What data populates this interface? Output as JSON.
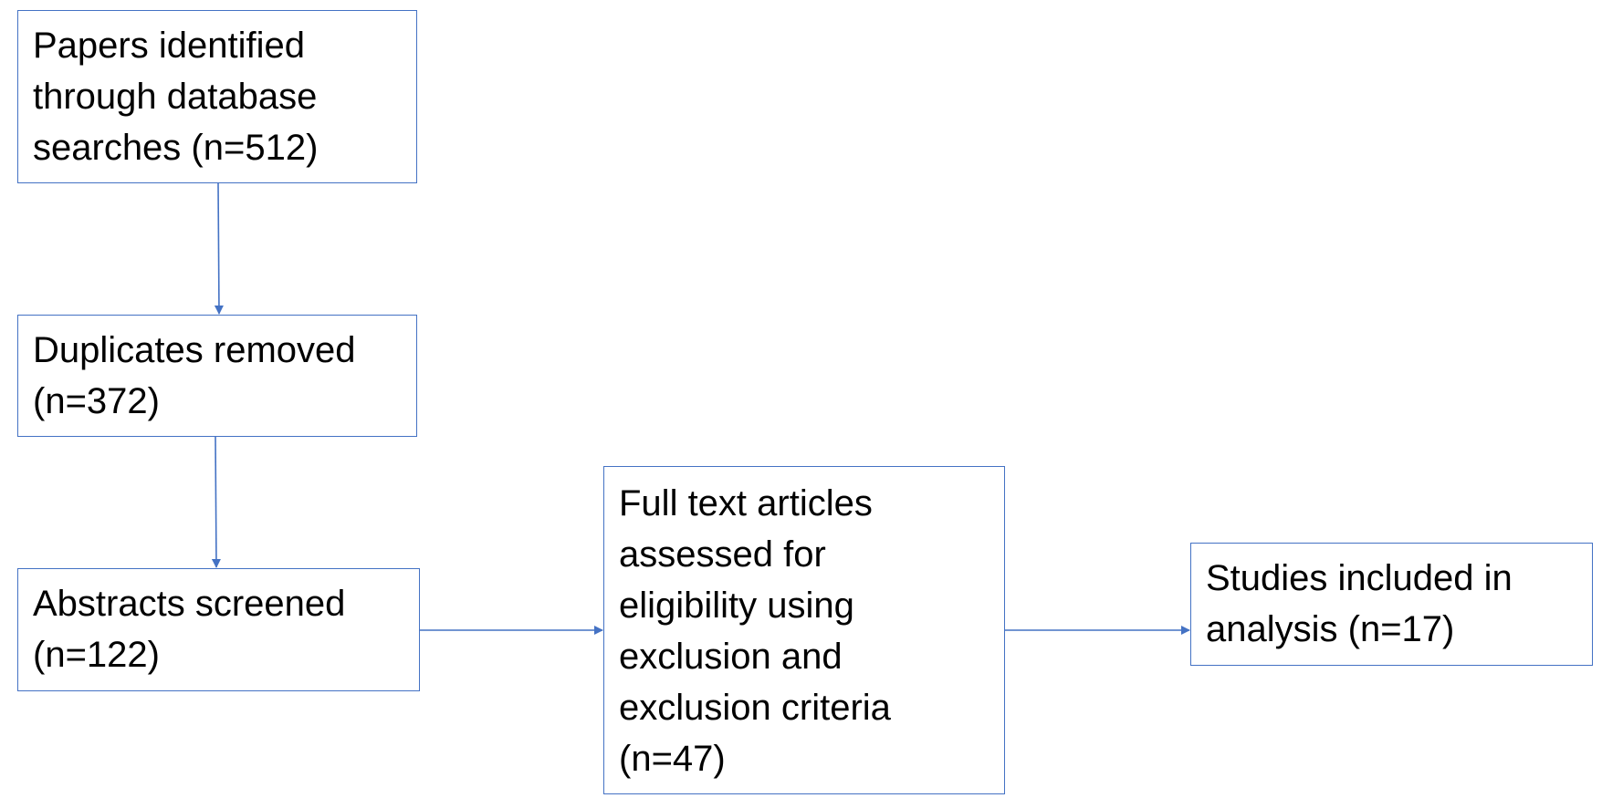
{
  "nodes": [
    {
      "id": "identified",
      "text": "Papers identified\nthrough database\nsearches (n=512)"
    },
    {
      "id": "duplicates",
      "text": "Duplicates removed\n(n=372)"
    },
    {
      "id": "abstracts",
      "text": "Abstracts screened\n(n=122)"
    },
    {
      "id": "fulltext",
      "text": "Full text articles\nassessed for\neligibility using\nexclusion and\nexclusion criteria\n(n=47)"
    },
    {
      "id": "included",
      "text": "Studies included in\nanalysis (n=17)"
    }
  ],
  "edges": [
    {
      "from": "identified",
      "to": "duplicates"
    },
    {
      "from": "duplicates",
      "to": "abstracts"
    },
    {
      "from": "abstracts",
      "to": "fulltext"
    },
    {
      "from": "fulltext",
      "to": "included"
    }
  ],
  "colors": {
    "stroke": "#4472C4",
    "text": "#000000",
    "background": "#ffffff"
  }
}
